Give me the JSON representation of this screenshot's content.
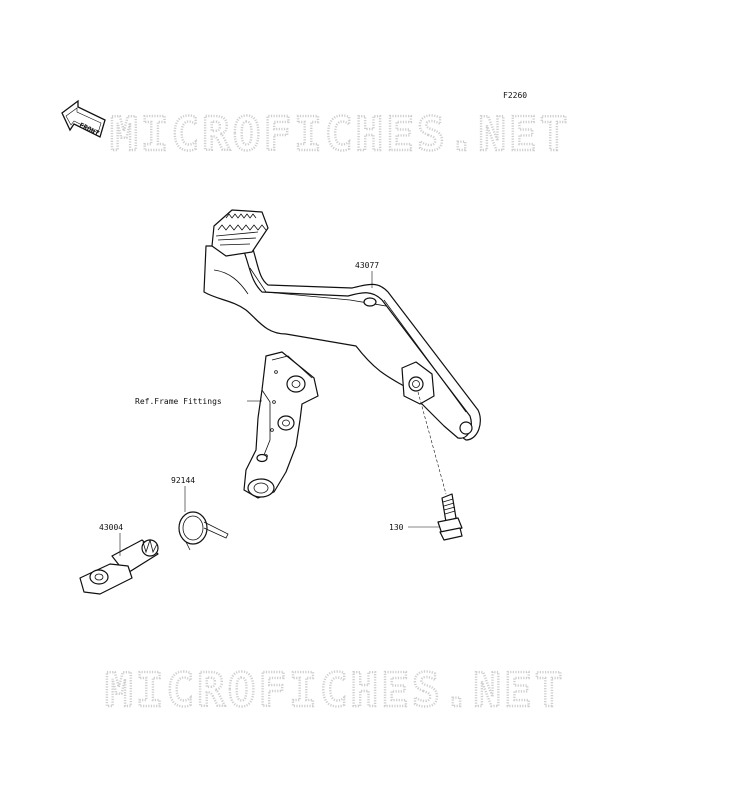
{
  "figure_code": "F2260",
  "front_indicator": "FRONT",
  "watermark": "MICROFICHES.NET",
  "parts": {
    "brake_pedal": "43077",
    "frame_ref": "Ref.Frame Fittings",
    "spring": "92144",
    "pivot_shaft": "43004",
    "bolt": "130"
  }
}
